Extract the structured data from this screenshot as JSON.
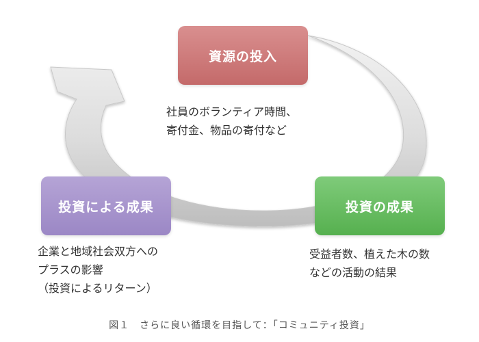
{
  "stages": {
    "input": {
      "title": "資源の投入",
      "lines": [
        "社員のボランティア時間、",
        "寄付金、物品の寄付など"
      ],
      "color": "#c97777"
    },
    "result": {
      "title": "投資の成果",
      "lines": [
        "受益者数、植えた木の数",
        "などの活動の結果"
      ],
      "color": "#63b85c"
    },
    "outcome": {
      "title": "投資による成果",
      "lines": [
        "企業と地域社会双方への",
        "プラスの影響",
        "（投資によるリターン）"
      ],
      "color": "#a594cc"
    }
  },
  "caption": "図１　さらに良い循環を目指して：「コミュニティ投資」"
}
